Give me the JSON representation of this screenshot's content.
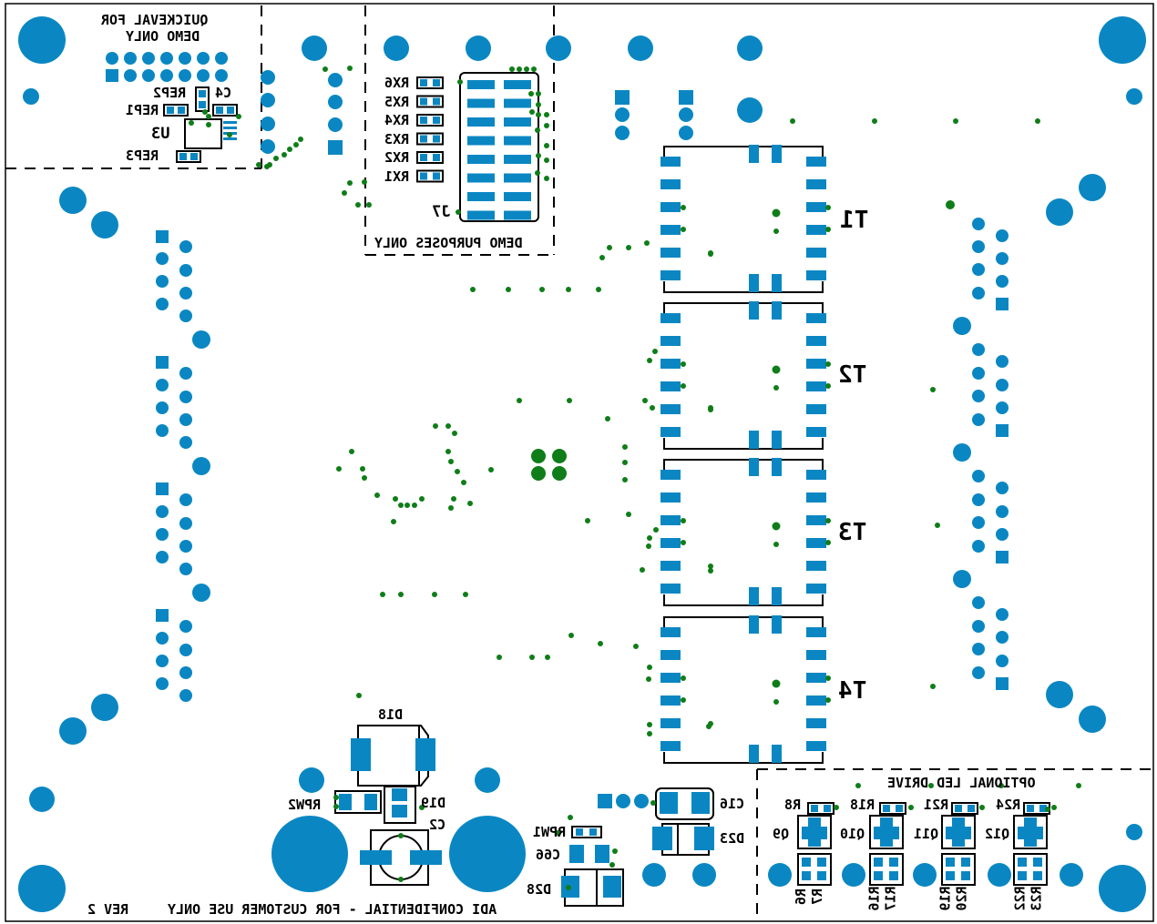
{
  "board": {
    "background": "#ffffff",
    "pad_color": "#0a87c3",
    "via_color": "#0f7d18",
    "silk_color": "#000000"
  },
  "labels": {
    "quickeval_line1": "QUICKEVAL FOR",
    "quickeval_line2": "DEMO ONLY",
    "c4": "C4",
    "rep2": "REP2",
    "rep1": "REP1",
    "u3": "U3",
    "rep3": "REP3",
    "rx6": "RX6",
    "rx5": "RX5",
    "rx4": "RX4",
    "rx3": "RX3",
    "rx2": "RX2",
    "rx1": "RX1",
    "j7": "J7",
    "demo_purposes": "DEMO PURPOSES ONLY",
    "t1": "T1",
    "t2": "T2",
    "t3": "T3",
    "t4": "T4",
    "d18": "D18",
    "rpw2": "RPW2",
    "d19": "D19",
    "c2": "C2",
    "rpw1": "RPW1",
    "c66": "C66",
    "d28": "D28",
    "c16": "C16",
    "d23": "D23",
    "confidential": "ADI CONFIDENTIAL - FOR CUSTOMER USE ONLY",
    "rev": "REV 2",
    "optional_led": "OPTIONAL LED DRIVE",
    "r8": "R8",
    "r18": "R18",
    "r21": "R21",
    "r24": "R24",
    "q9": "Q9",
    "q10": "Q10",
    "q11": "Q11",
    "q12": "Q12",
    "r6": "R6",
    "r7": "R7",
    "r16": "R16",
    "r17": "R17",
    "r19": "R19",
    "r20": "R20",
    "r22": "R22",
    "r23": "R23"
  }
}
